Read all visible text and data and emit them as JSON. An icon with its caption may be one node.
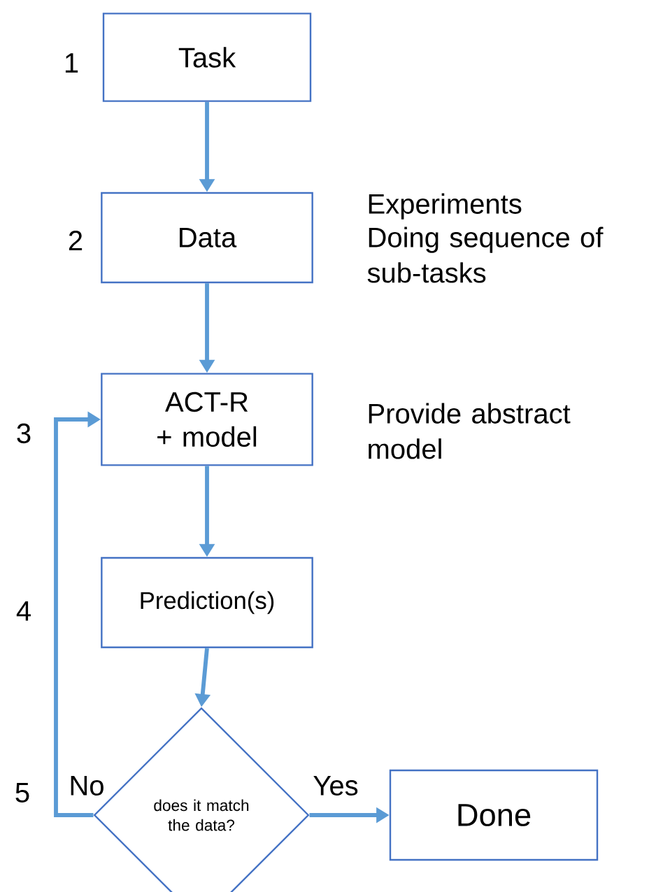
{
  "diagram": {
    "nodes": [
      {
        "text": [
          "Task"
        ]
      },
      {
        "text": [
          "Data"
        ],
        "beside": [
          "Experiments",
          "Doing sequence of sub-tasks"
        ]
      },
      {
        "text": [
          "ACT-R + model"
        ],
        "beside": [
          "Provide abstract model"
        ]
      },
      {
        "text": [
          "Prediction(s)"
        ]
      },
      {
        "text": [
          "does it match the data?"
        ]
      },
      {
        "text": [
          "Done"
        ]
      }
    ],
    "edges": [
      {
        "from": 0,
        "to": 1,
        "arrow": "to"
      },
      {
        "from": 1,
        "to": 2,
        "arrow": "to"
      },
      {
        "from": 2,
        "to": 3,
        "arrow": "to"
      },
      {
        "from": 3,
        "to": 4,
        "arrow": "to"
      },
      {
        "from": 4,
        "to": 5,
        "arrow": "to",
        "label": "Yes"
      },
      {
        "from": 4,
        "to": 2,
        "arrow": "to",
        "label": "No"
      }
    ],
    "labels": [
      "1",
      "2",
      "3",
      "4",
      "5"
    ]
  }
}
